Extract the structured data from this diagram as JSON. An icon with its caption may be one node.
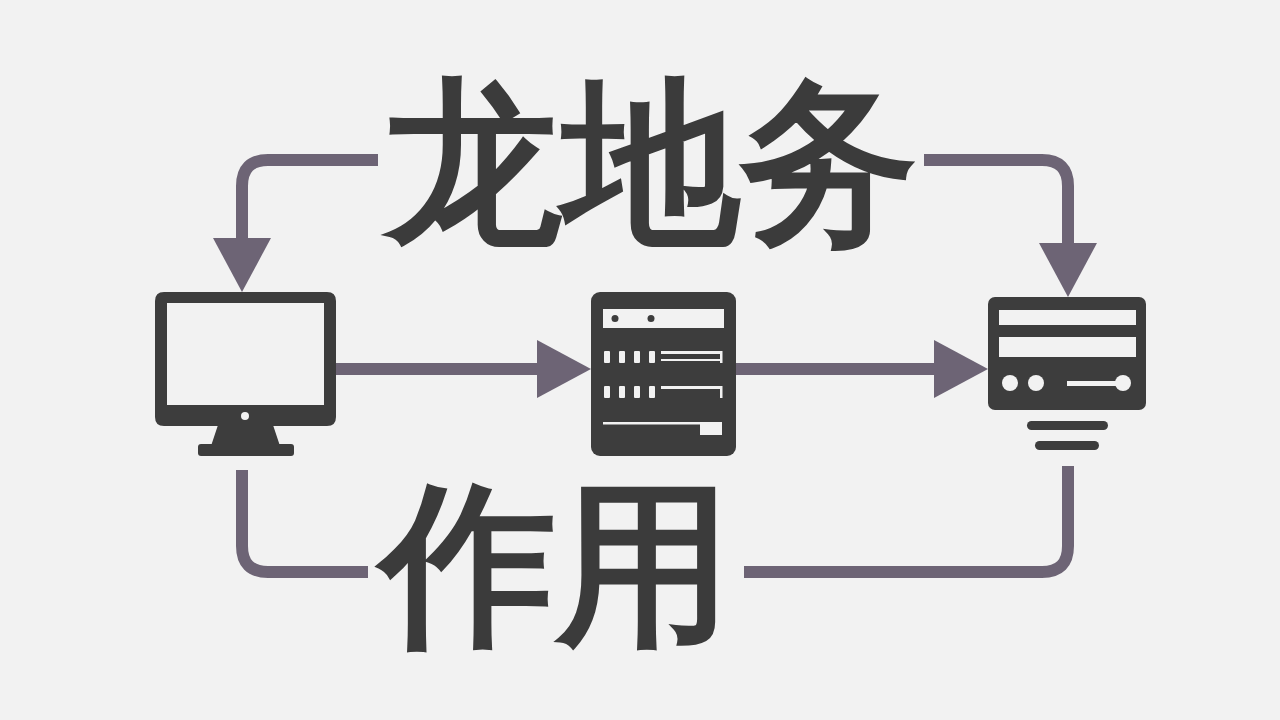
{
  "diagram": {
    "nodes": [
      {
        "text": [
          "龙地务"
        ]
      },
      {
        "text": [],
        "shape": "picture"
      },
      {
        "text": [],
        "shape": "picture"
      },
      {
        "text": [],
        "shape": "picture"
      },
      {
        "text": [
          "作用"
        ]
      }
    ],
    "edges": [
      {
        "from": 0,
        "to": 1,
        "arrow": "to"
      },
      {
        "from": 0,
        "to": 3,
        "arrow": "to"
      },
      {
        "from": 1,
        "to": 2,
        "arrow": "to"
      },
      {
        "from": 2,
        "to": 3,
        "arrow": "to"
      },
      {
        "from": 1,
        "to": 4,
        "arrow": "none"
      },
      {
        "from": 3,
        "to": 4,
        "arrow": "none"
      }
    ]
  }
}
